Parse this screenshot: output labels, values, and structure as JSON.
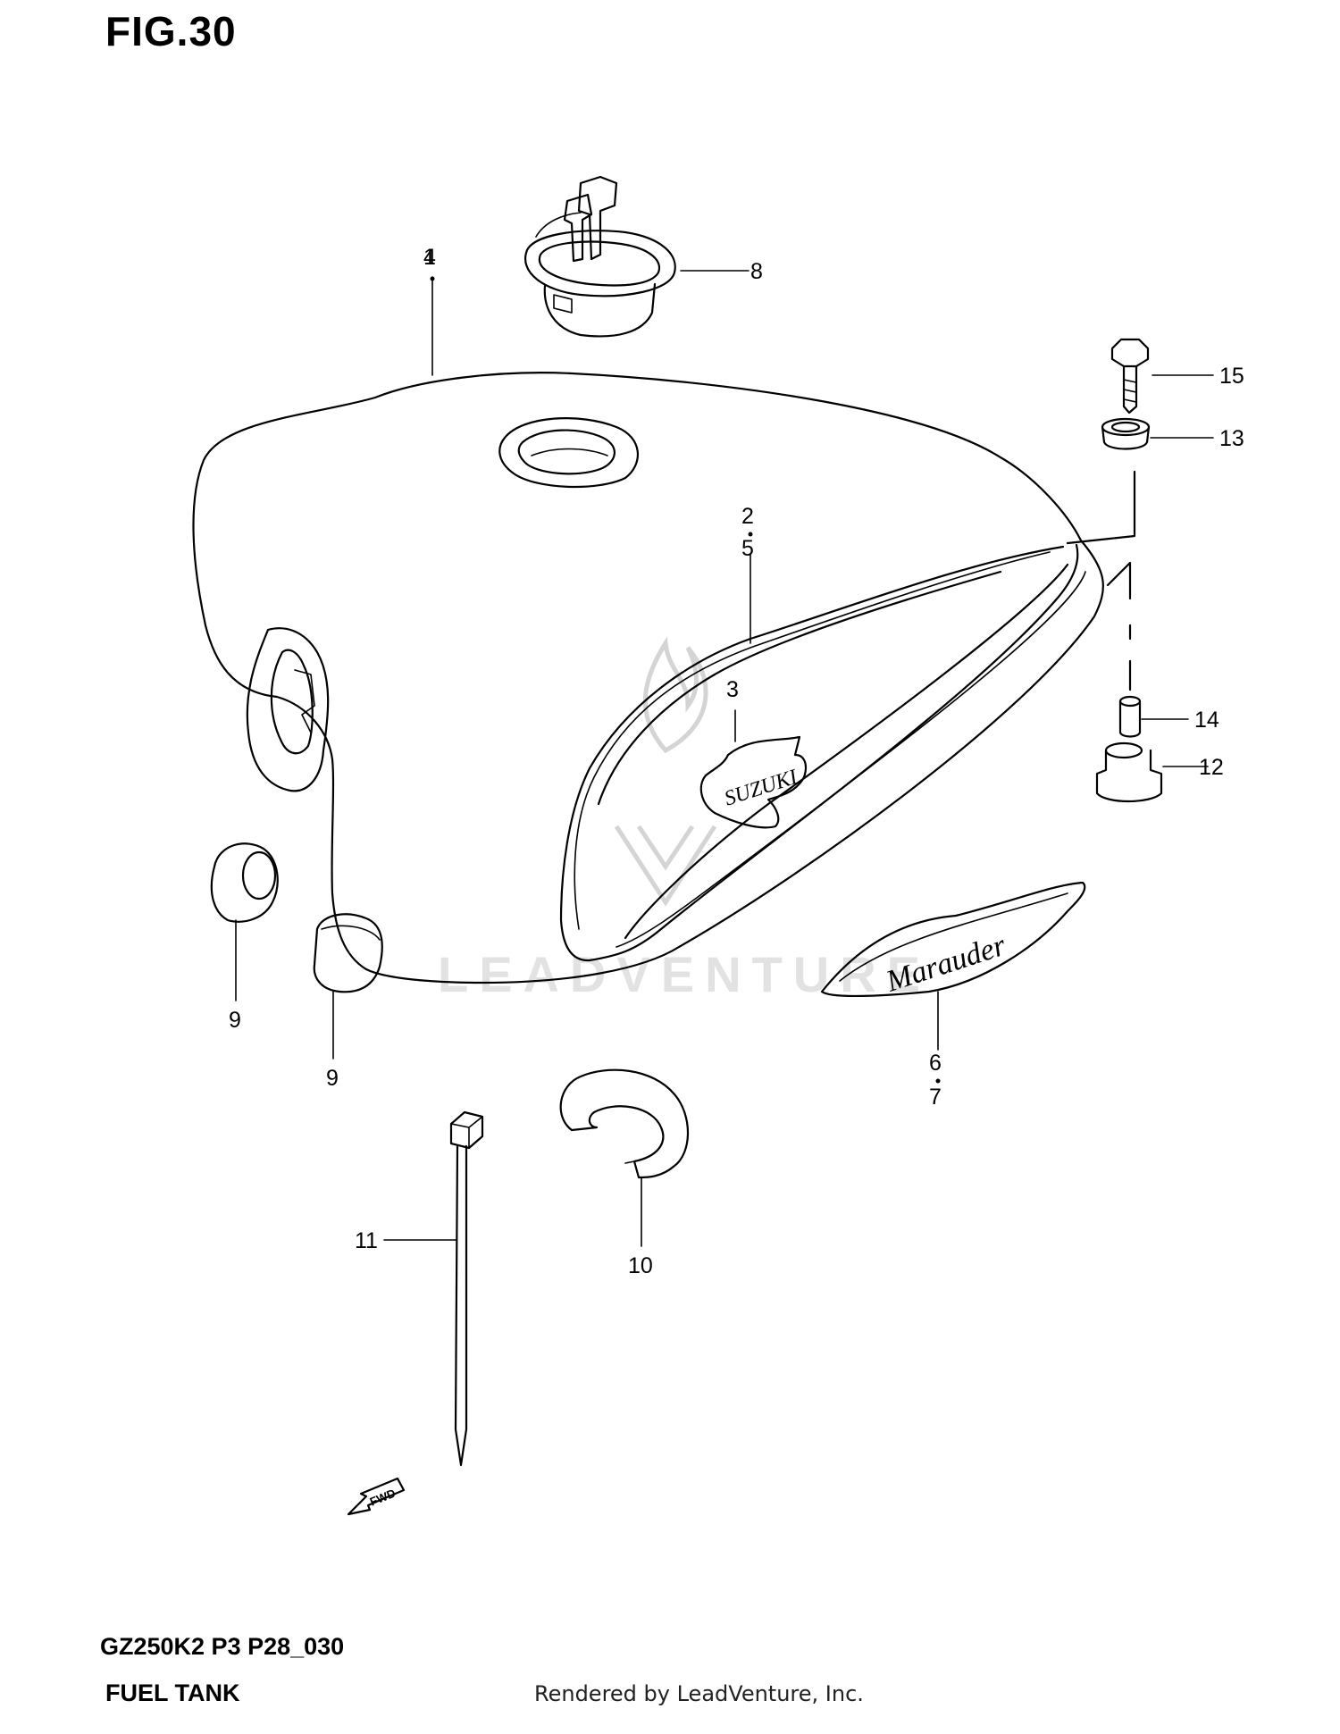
{
  "figure": {
    "title": "FIG.30"
  },
  "footer": {
    "model_code": "GZ250K2 P3 P28_030",
    "section_title": "FUEL TANK",
    "credit": "Rendered by LeadVenture, Inc."
  },
  "watermark": {
    "text": "LEADVENTURE"
  },
  "labels": {
    "fwd": "FWD",
    "emblem_script": "Marauder",
    "logo_script": "SUZUKI"
  },
  "callouts": {
    "c1": "1",
    "c4": "4",
    "c2": "2",
    "c5": "5",
    "c3": "3",
    "c6": "6",
    "c7": "7",
    "c8": "8",
    "c9a": "9",
    "c9b": "9",
    "c10": "10",
    "c11": "11",
    "c12": "12",
    "c13": "13",
    "c14": "14",
    "c15": "15"
  }
}
